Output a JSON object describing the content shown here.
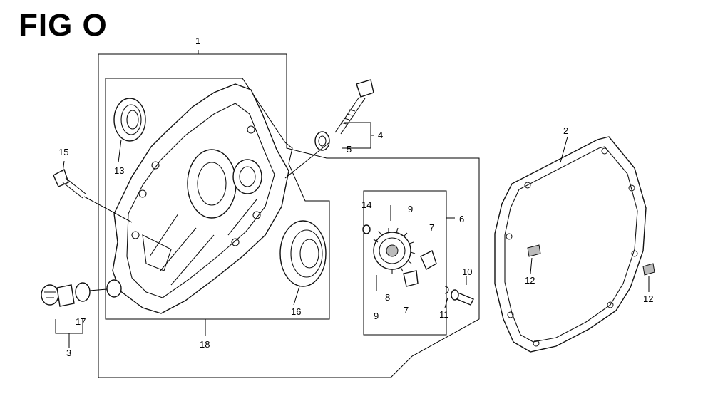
{
  "title": "FIG O",
  "callouts": [
    {
      "id": "c1",
      "text": "1"
    },
    {
      "id": "c2",
      "text": "2"
    },
    {
      "id": "c3",
      "text": "3"
    },
    {
      "id": "c4",
      "text": "4"
    },
    {
      "id": "c5",
      "text": "5"
    },
    {
      "id": "c6",
      "text": "6"
    },
    {
      "id": "c7a",
      "text": "7"
    },
    {
      "id": "c7b",
      "text": "7"
    },
    {
      "id": "c8",
      "text": "8"
    },
    {
      "id": "c9a",
      "text": "9"
    },
    {
      "id": "c9b",
      "text": "9"
    },
    {
      "id": "c10",
      "text": "10"
    },
    {
      "id": "c11",
      "text": "11"
    },
    {
      "id": "c12a",
      "text": "12"
    },
    {
      "id": "c12b",
      "text": "12"
    },
    {
      "id": "c13",
      "text": "13"
    },
    {
      "id": "c14",
      "text": "14"
    },
    {
      "id": "c15",
      "text": "15"
    },
    {
      "id": "c16",
      "text": "16"
    },
    {
      "id": "c17",
      "text": "17"
    },
    {
      "id": "c18",
      "text": "18"
    }
  ]
}
